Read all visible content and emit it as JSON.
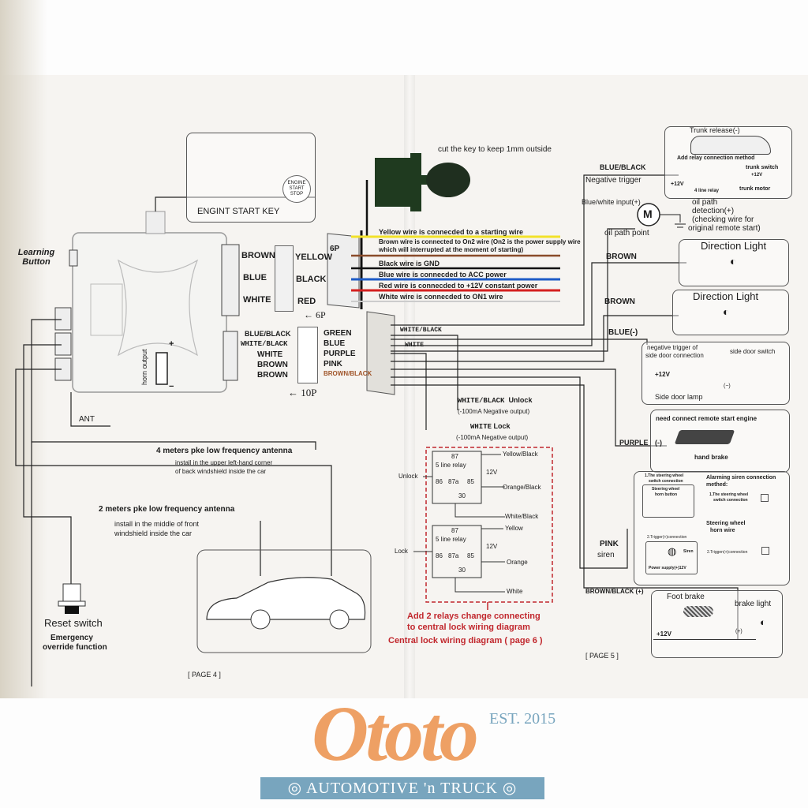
{
  "ecu": {
    "learning_button": "Learning Button",
    "horn_output": "horn output",
    "plus": "+",
    "minus": "−",
    "ant": "ANT"
  },
  "engine_start": {
    "caption": "ENGINT START KEY",
    "button_text": "ENGINE START STOP"
  },
  "key_cylinder": {
    "note": "cut the key to keep 1mm outside"
  },
  "connector_6p": {
    "label": "6P",
    "arrow_label": "← 6P",
    "left": [
      "BROWN",
      "BLUE",
      "WHITE"
    ],
    "right": [
      "YELLOW",
      "BLACK",
      "RED"
    ]
  },
  "wire_notes_6p": [
    {
      "text": "Yellow wire is connecded to a starting wire",
      "color": "#f2e22a"
    },
    {
      "text": "Brown wire is connected to On2 wire (On2 is the power supply wire which will interrupted at the moment of starting)",
      "color": "#8a4b2a"
    },
    {
      "text": "Black wire is GND",
      "color": "#111111"
    },
    {
      "text": "Blue wire is connecded to ACC power",
      "color": "#1e5bc6"
    },
    {
      "text": "Red wire is connecded to +12V constant power",
      "color": "#d42020"
    },
    {
      "text": "White wire is connecded to ON1 wire",
      "color": "#dddddd"
    }
  ],
  "connector_10p": {
    "arrow_label": "← 10P",
    "left": [
      "BLUE/BLACK",
      "WHITE/BLACK",
      "WHITE",
      "BROWN",
      "BROWN"
    ],
    "right": [
      "GREEN",
      "BLUE",
      "PURPLE",
      "PINK",
      "BROWN/BLACK"
    ]
  },
  "lock_outputs": {
    "wb_tag": "WHITE/BLACK",
    "w_tag": "WHITE",
    "unlock_color": "WHITE/BLACK",
    "unlock": "Unlock",
    "unlock_note": "(-100mA Negative output)",
    "lock_color": "WHITE",
    "lock": "Lock",
    "lock_note": "(-100mA Negative output)"
  },
  "relays": {
    "relay1": {
      "title": "5 line relay",
      "in": "Unlock",
      "p87": "87",
      "p86": "86",
      "p87a": "87a",
      "p85": "85",
      "p30": "30",
      "v": "12V",
      "out87": "Yellow/Black",
      "out87a": "Orange/Black",
      "out30": "White/Black"
    },
    "relay2": {
      "title": "5 line relay",
      "in": "Lock",
      "p87": "87",
      "p86": "86",
      "p87a": "87a",
      "p85": "85",
      "p30": "30",
      "v": "12V",
      "out87": "Yellow",
      "out87a": "Orange",
      "out30": "White"
    },
    "note1": "Add 2 relays change connecting",
    "note2": "to central lock wiring diagram",
    "note3": "Central lock wiring diagram ( page 6 )"
  },
  "antennas": {
    "a4_title": "4 meters pke low frequency antenna",
    "a4_desc1": "install in the upper left-hand corner",
    "a4_desc2": "of back windshield inside the car",
    "a2_title": "2 meters pke low frequency antenna",
    "a2_desc1": "install in the middle of front",
    "a2_desc2": "windshield inside the car"
  },
  "reset": {
    "title": "Reset switch",
    "sub1": "Emergency",
    "sub2": "override function"
  },
  "pages": {
    "p4": "[ PAGE 4 ]",
    "p5": "[ PAGE 5 ]"
  },
  "right_panel": {
    "trunk": {
      "title": "Trunk release(-)",
      "method": "Add relay connection method",
      "switch": "trunk switch",
      "v12a": "+12V",
      "v12b": "+12V",
      "relay": "4 line relay",
      "motor": "trunk motor"
    },
    "blue_black": "BLUE/BLACK",
    "neg_trigger": "Negative trigger",
    "blue_white": "Blue/white input(+)",
    "motor_glyph": "M",
    "oil_point": "oil path point",
    "oil_detect1": "oil path",
    "oil_detect2": "detection(+)",
    "oil_detect3": "(checking wire for",
    "oil_detect4": "original remote start)",
    "brown1": "BROWN",
    "dir1": "Direction Light",
    "brown2": "BROWN",
    "dir2": "Direction Light",
    "blue_neg": "BLUE(-)",
    "door": {
      "t1": "negative trigger of",
      "t2": "side door connection",
      "switch": "side door switch",
      "v12": "+12V",
      "neg": "(−)",
      "lamp": "Side door lamp"
    },
    "purple": "PURPLE",
    "purple_neg": "(-)",
    "brake_hand": {
      "title": "need connect remote start engine",
      "label": "hand brake"
    },
    "siren": {
      "s1a": "1.The steering wheel",
      "s1b": "switch connection",
      "horn_btn1": "Steering wheel",
      "horn_btn2": "horn button",
      "method1": "Alarming siren connection",
      "method2": "methed:",
      "opt1a": "1.The steering wheel",
      "opt1b": "switch connection",
      "horn_wire1": "Steering wheel",
      "horn_wire2": "horn wire",
      "trig": "2.Trigger(+)connection",
      "siren_lbl": "Siren",
      "power": "Power supply(+)12V",
      "opt2": "2.Triggen(+)connection"
    },
    "pink": "PINK",
    "pink_siren": "siren",
    "brown_black": "BROWN/BLACK (+)",
    "foot": {
      "title": "Foot brake",
      "light": "brake light",
      "v12": "+12V",
      "plus": "(+)"
    }
  },
  "watermark": {
    "brand": "Ototo",
    "est": "EST. 2015",
    "band": "◎ AUTOMOTIVE 'n TRUCK ◎"
  }
}
